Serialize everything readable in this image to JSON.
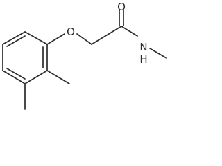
{
  "molecule": {
    "atoms": {
      "ether_oxygen": "O",
      "carbonyl_oxygen": "O",
      "amide_nitrogen": "N",
      "amide_hydrogen": "H"
    },
    "colors": {
      "bond": "#2b2b2b",
      "background": "#ffffff"
    }
  }
}
